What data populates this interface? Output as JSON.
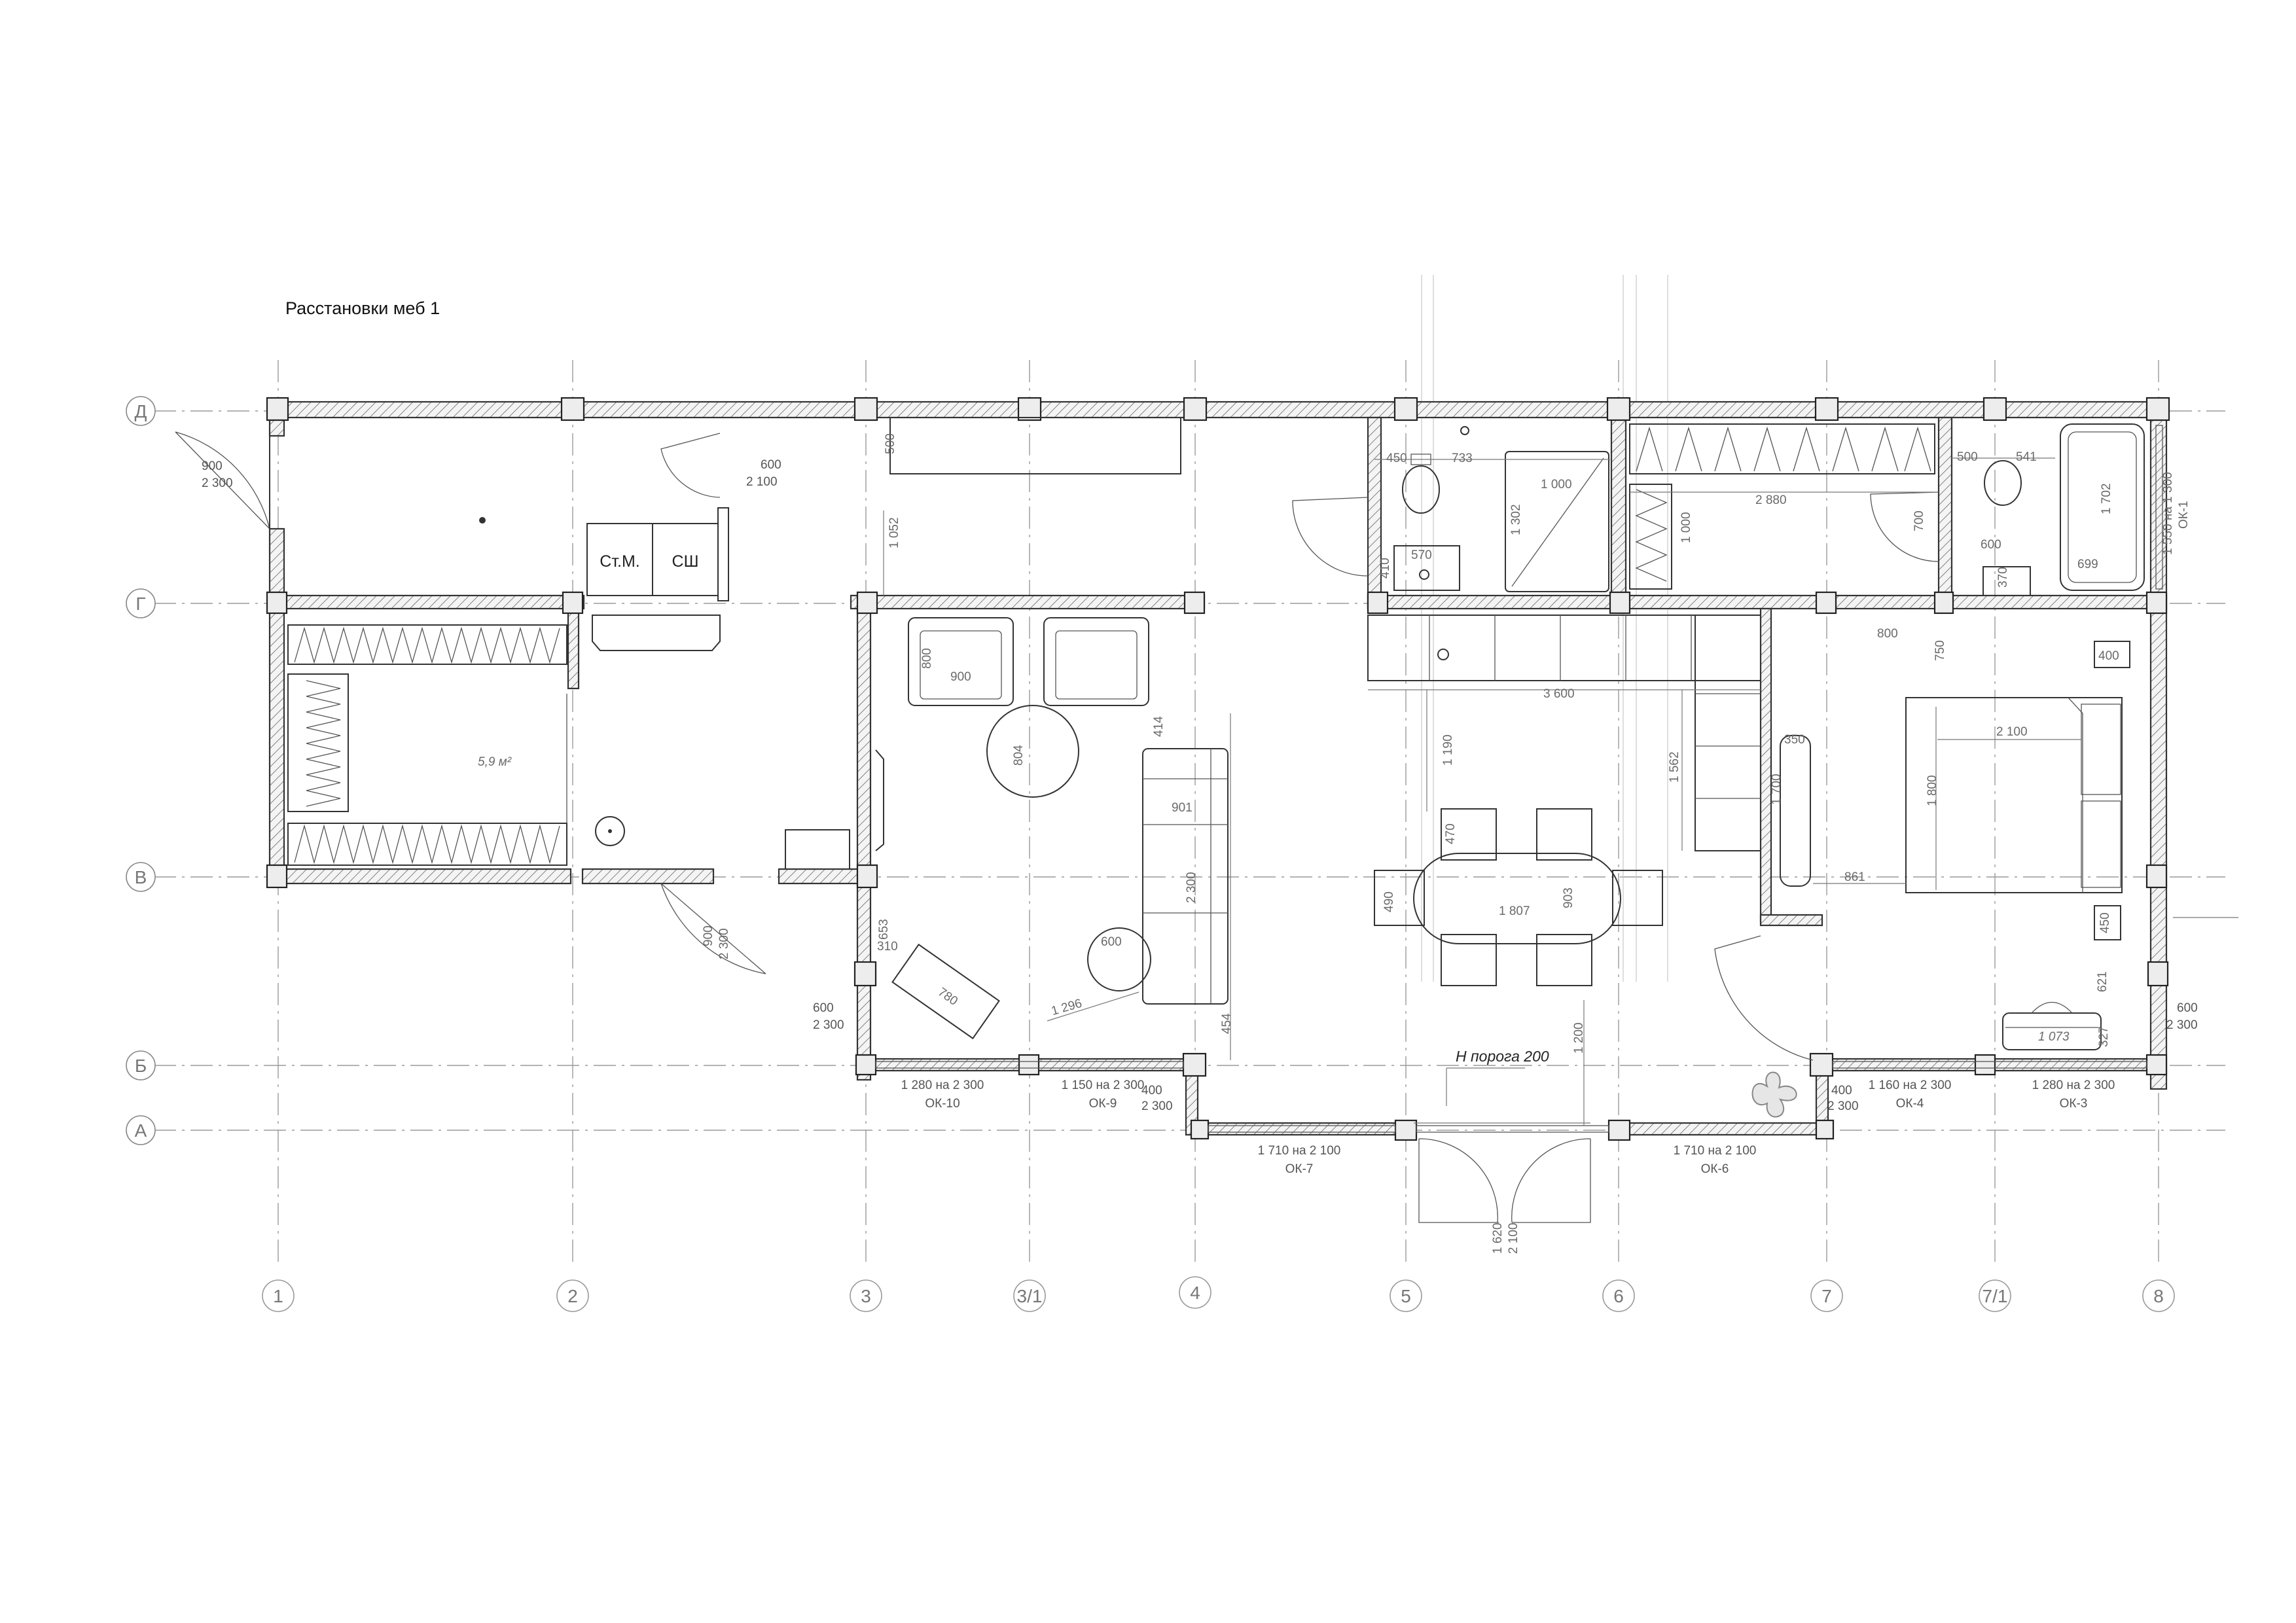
{
  "sheet": {
    "title": "Расстановки меб 1"
  },
  "axes": {
    "horizontal": [
      "Д",
      "Г",
      "В",
      "Б",
      "А"
    ],
    "vertical": [
      "1",
      "2",
      "3",
      "3/1",
      "4",
      "5",
      "6",
      "7",
      "7/1",
      "8"
    ]
  },
  "rooms": {
    "storage_area": "5,9 м²"
  },
  "equipment": {
    "washer": "Ст.М.",
    "dryer": "СШ"
  },
  "annotations": {
    "threshold": "Н порога 200"
  },
  "doors": [
    {
      "w": "900",
      "h": "2 300"
    },
    {
      "w": "600",
      "h": "2 100"
    },
    {
      "w": "900",
      "h": "2 300"
    },
    {
      "w": "1 620",
      "h": "2 100"
    }
  ],
  "windows": [
    {
      "size": "1 280 на 2 300",
      "mark": "ОК-10"
    },
    {
      "size": "1 150 на 2 300",
      "mark": "ОК-9"
    },
    {
      "size": "1 710 на 2 100",
      "mark": "ОК-7"
    },
    {
      "size": "1 710 на 2 100",
      "mark": "ОК-6"
    },
    {
      "size": "1 160 на 2 300",
      "mark": "ОК-4"
    },
    {
      "size": "1 280 на 2 300",
      "mark": "ОК-3"
    },
    {
      "size": "1 550 на 1 300",
      "mark": "ОК-1"
    }
  ],
  "small_openings": [
    {
      "w": "600",
      "h": "2 300"
    },
    {
      "w": "400",
      "h": "2 300"
    },
    {
      "w": "400",
      "h": "2 300"
    },
    {
      "w": "600",
      "h": "2 300"
    }
  ],
  "dimensions": {
    "d500": "500",
    "d1052": "1 052",
    "d800a": "800",
    "d900a": "900",
    "d804": "804",
    "d414": "414",
    "d901": "901",
    "d2300": "2 300",
    "d454": "454",
    "d600a": "600",
    "d653": "653",
    "d310": "310",
    "d780": "780",
    "d1296": "1 296",
    "d450a": "450",
    "d733": "733",
    "d1000a": "1 000",
    "d1302": "1 302",
    "d570": "570",
    "d410": "410",
    "d2880": "2 880",
    "d1000b": "1 000",
    "d700": "700",
    "d500b": "500",
    "d541": "541",
    "d1702": "1 702",
    "d600b": "600",
    "d699": "699",
    "d370": "370",
    "d3600": "3 600",
    "d1190": "1 190",
    "d1562": "1 562",
    "d350": "350",
    "d1700": "1 700",
    "d800b": "800",
    "d750": "750",
    "d400": "400",
    "d2100": "2 100",
    "d1800": "1 800",
    "d861": "861",
    "d450b": "450",
    "d621": "621",
    "d1073": "1 073",
    "d327": "327",
    "d470": "470",
    "d490": "490",
    "d1807": "1 807",
    "d903": "903",
    "d1200": "1 200"
  }
}
